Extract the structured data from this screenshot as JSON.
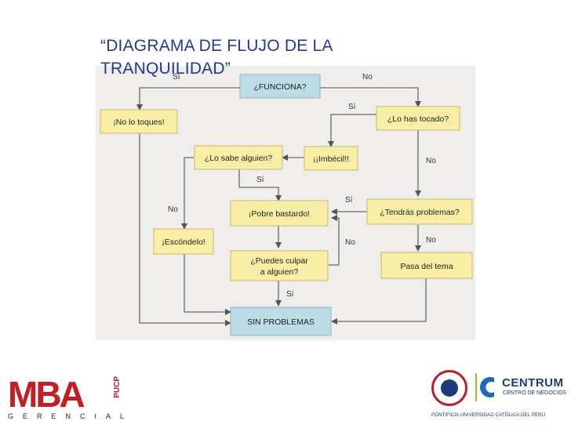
{
  "title": {
    "line1": "“DIAGRAMA DE FLUJO DE LA",
    "line2": "TRANQUILIDAD”"
  },
  "nodes": {
    "funciona": "¿FUNCIONA?",
    "no_lo_toques": "¡No lo toques!",
    "lo_has_tocado": "¿Lo has tocado?",
    "lo_sabe_alguien": "¿Lo sabe alguien?",
    "imbecil": "¡¡Imbécil!!",
    "pobre_bastardo": "¡Pobre bastardo!",
    "tendras_problemas": "¿Tendrás problemas?",
    "escondelo": "¡Escóndelo!",
    "puedes_culpar_1": "¿Puedes culpar",
    "puedes_culpar_2": "a alguien?",
    "pasa_del_tema": "Pasa del tema",
    "sin_problemas": "SIN PROBLEMAS"
  },
  "edge_labels": {
    "si": "Sí",
    "no": "No"
  },
  "colors": {
    "title": "#1f3a93",
    "node_fill": "#f8eea6",
    "node_border": "#c9b56a",
    "start_fill": "#bcdde6",
    "arrow": "#555555"
  },
  "logos": {
    "mba_letters": "MBA",
    "mba_sub": "GERENCIAL",
    "mba_side": "PUCP",
    "centrum_name": "CENTRUM",
    "centrum_sub": "CENTRO DE NEGOCIOS",
    "pucp_line": "PONTIFICIA UNIVERSIDAD CATÓLICA DEL PERÚ"
  }
}
